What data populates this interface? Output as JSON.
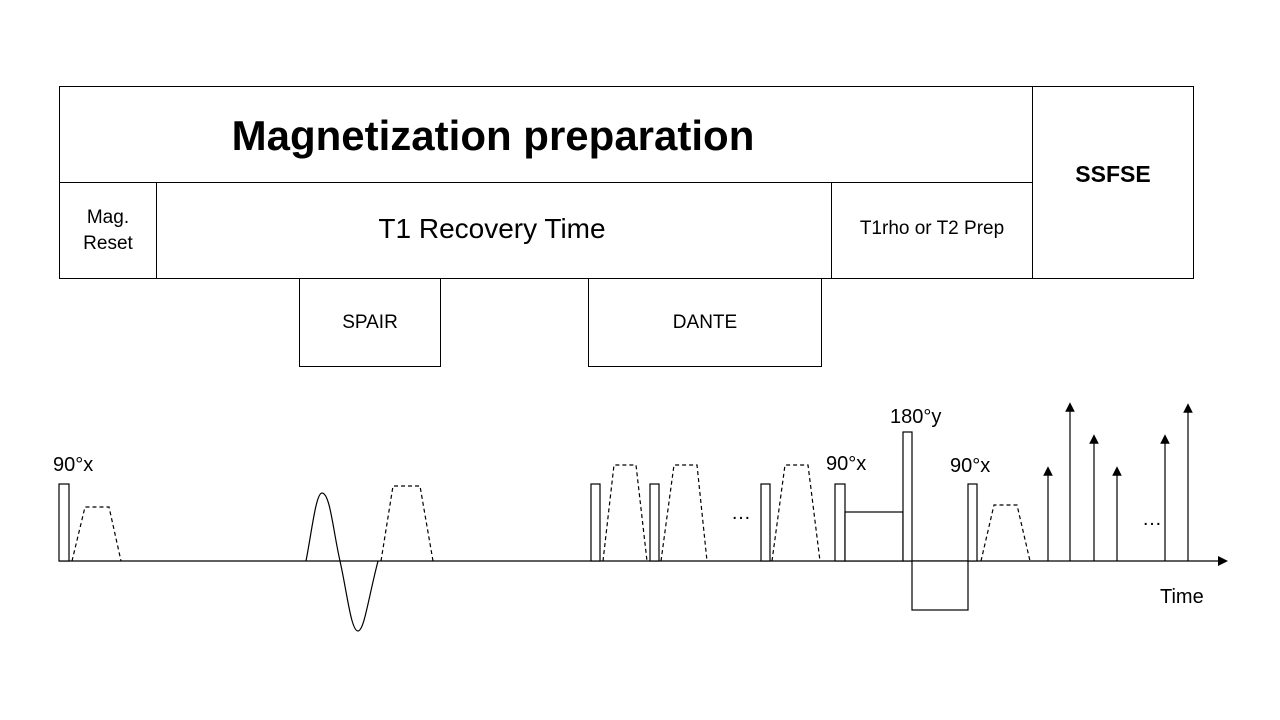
{
  "diagram": {
    "header_title": "Magnetization preparation",
    "ssfse_label": "SSFSE",
    "mag_reset_label": "Mag.\nReset",
    "t1_recovery_label": "T1 Recovery Time",
    "t1rho_label": "T1rho or T2 Prep",
    "spair_label": "SPAIR",
    "dante_label": "DANTE"
  },
  "sequence": {
    "pulse_90x_first": "90°x",
    "pulse_90x_second": "90°x",
    "pulse_180y": "180°y",
    "pulse_90x_third": "90°x",
    "ellipsis_dante": "…",
    "ellipsis_readout": "…",
    "time_label": "Time"
  }
}
